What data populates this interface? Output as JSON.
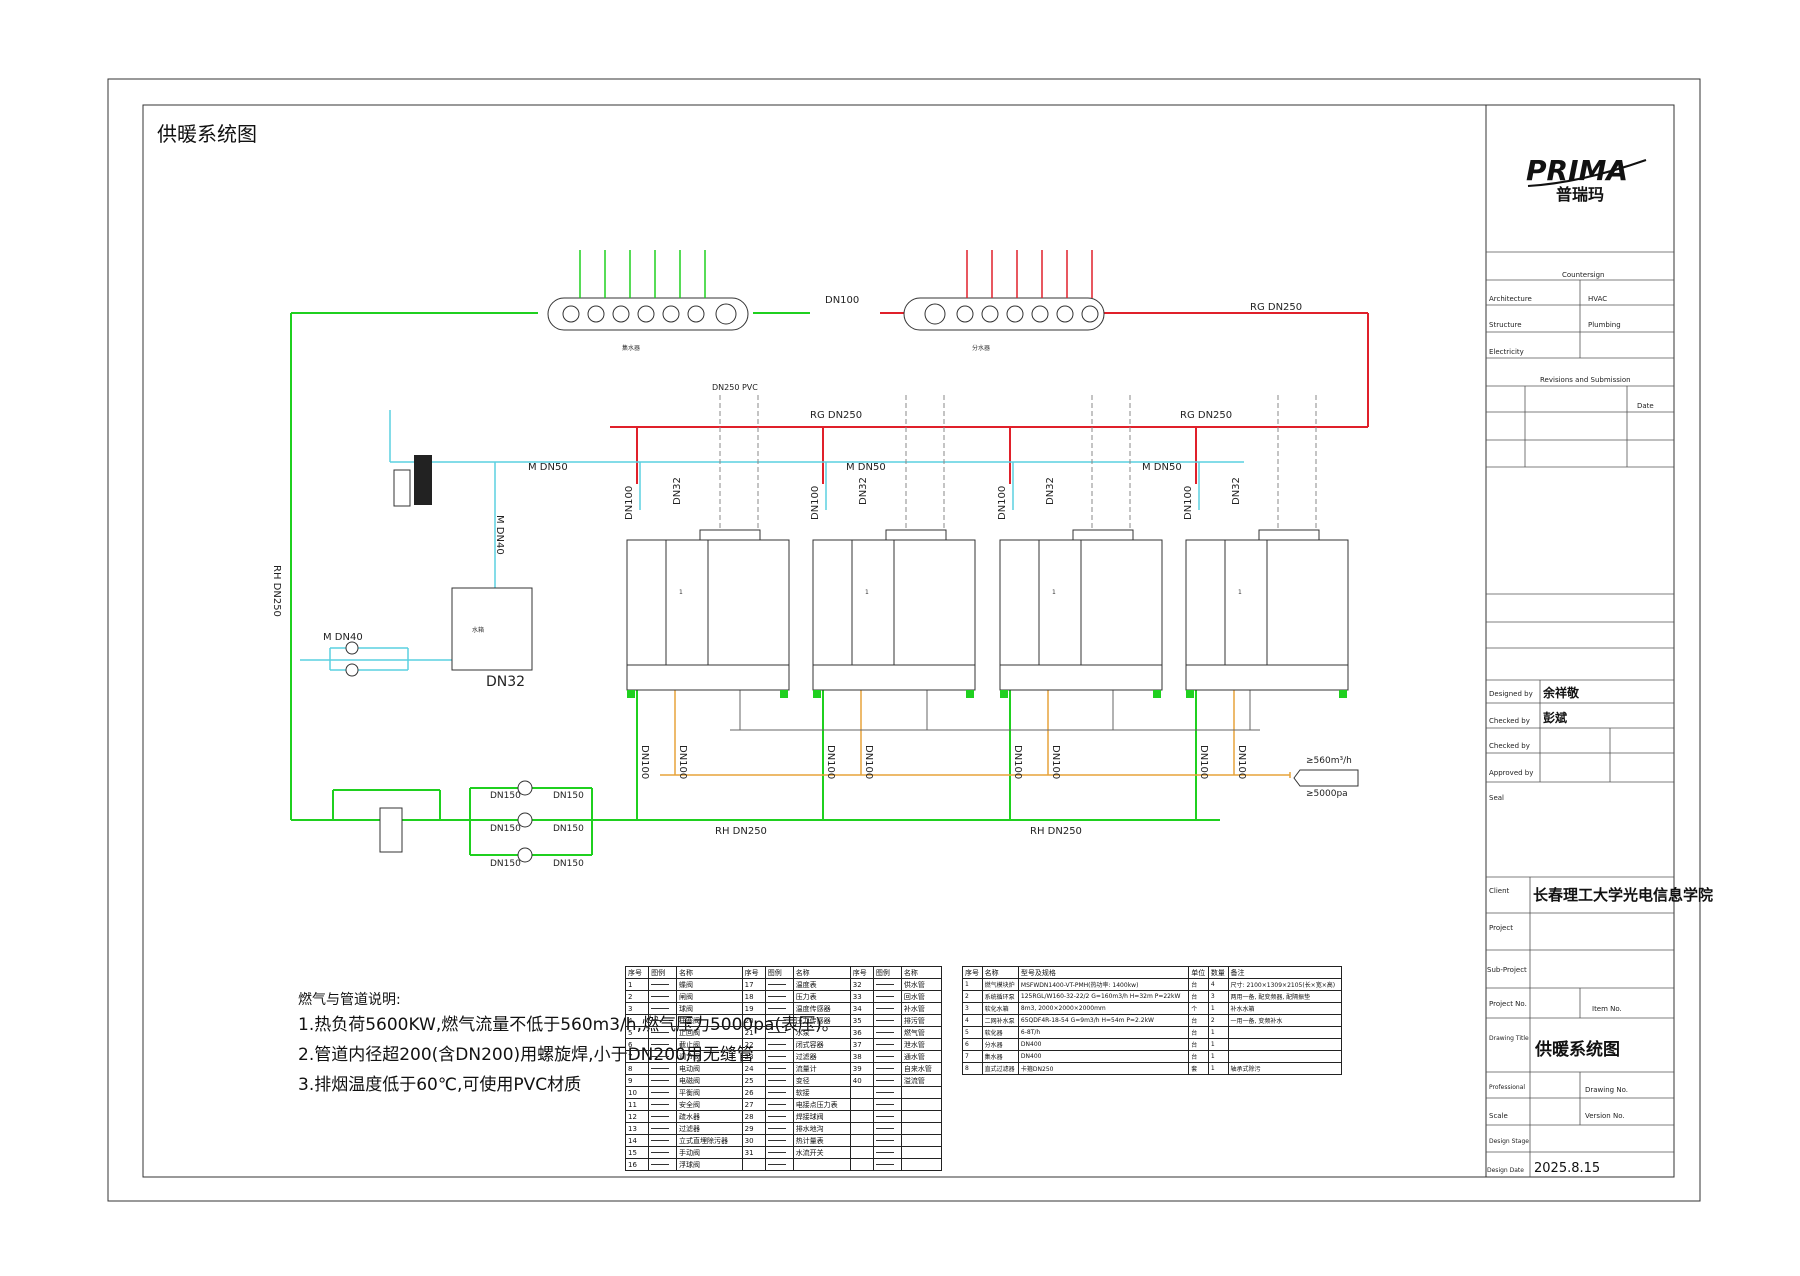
{
  "drawing_title": "供暖系统图",
  "logo": {
    "brand": "PRIMA",
    "brand_cn": "普瑞玛"
  },
  "title_block": {
    "countersign": "Countersign",
    "architecture": "Architecture",
    "hvac": "HVAC",
    "structure": "Structure",
    "plumbing": "Plumbing",
    "electricity": "Electricity",
    "revisions": "Revisions and Submission",
    "date_label": "Date",
    "designed_by": "Designed by",
    "designer": "余祥敬",
    "checked_by": "Checked by",
    "checker": "彭斌",
    "checked_by2": "Checked by",
    "approved_by": "Approved by",
    "seal": "Seal",
    "client_label": "Client",
    "client": "长春理工大学光电信息学院",
    "project_label": "Project",
    "subproject_label": "Sub-Project",
    "project_no_label": "Project No.",
    "item_no_label": "Item No.",
    "drawing_title_label": "Drawing Title",
    "drawing_title": "供暖系统图",
    "professional_label": "Professional",
    "drawing_no_label": "Drawing No.",
    "scale_label": "Scale",
    "version_no_label": "Version No.",
    "design_stage_label": "Design Stage",
    "design_date_label": "Design Date",
    "design_date": "2025.8.15"
  },
  "diagram": {
    "rg_main": "RG DN250",
    "rg_1": "RG DN250",
    "rg_2": "RG DN250",
    "rh_vert": "RH DN250",
    "rh_1": "RH DN250",
    "rh_2": "RH DN250",
    "m_1": "M DN50",
    "m_2": "M DN50",
    "m_3": "M DN50",
    "m_vert": "M DN40",
    "m_dn40": "M DN40",
    "dn100_top": "DN100",
    "dn32": "DN32",
    "dn32_tank": "DN32",
    "dn100": "DN100",
    "dn150": "DN150",
    "flue_label": "DN250 PVC",
    "gas_flow": "≥560m³/h",
    "gas_pressure": "≥5000pa",
    "collector": "集水器",
    "distributor": "分水器",
    "unit_no": "1",
    "water_tank_label": "水箱"
  },
  "notes": {
    "heading": "燃气与管道说明:",
    "lines": [
      "1.热负荷5600KW,燃气流量不低于560m3/h,燃气压力5000pa(表压)。",
      "2.管道内径超200(含DN200)用螺旋焊,小于DN200用无缝管",
      "3.排烟温度低于60℃,可使用PVC材质"
    ]
  },
  "legend": {
    "headers": [
      "序号",
      "图例",
      "名称",
      "序号",
      "图例",
      "名称",
      "序号",
      "图例",
      "名称"
    ],
    "rows": [
      [
        "1",
        "蝶阀",
        "17",
        "温度表",
        "32",
        "供水管"
      ],
      [
        "2",
        "闸阀",
        "18",
        "压力表",
        "33",
        "回水管"
      ],
      [
        "3",
        "球阀",
        "19",
        "温度传感器",
        "34",
        "补水管"
      ],
      [
        "4",
        "柱塞阀",
        "20",
        "压力传感器",
        "35",
        "排污管"
      ],
      [
        "5",
        "止回阀",
        "21",
        "水泵",
        "36",
        "燃气管"
      ],
      [
        "6",
        "截止阀",
        "22",
        "闭式容器",
        "37",
        "泄水管"
      ],
      [
        "7",
        "调节阀",
        "23",
        "过滤器",
        "38",
        "通水管"
      ],
      [
        "8",
        "电动阀",
        "24",
        "流量计",
        "39",
        "自来水管"
      ],
      [
        "9",
        "电磁阀",
        "25",
        "变径",
        "40",
        "溢流管"
      ],
      [
        "10",
        "平衡阀",
        "26",
        "软接",
        "",
        ""
      ],
      [
        "11",
        "安全阀",
        "27",
        "电接点压力表",
        "",
        ""
      ],
      [
        "12",
        "疏水器",
        "28",
        "焊接球阀",
        "",
        ""
      ],
      [
        "13",
        "过滤器",
        "29",
        "排水地沟",
        "",
        ""
      ],
      [
        "14",
        "立式直埋除污器",
        "30",
        "热计量表",
        "",
        ""
      ],
      [
        "15",
        "手动阀",
        "31",
        "水流开关",
        "",
        ""
      ],
      [
        "16",
        "浮球阀",
        "",
        "",
        "",
        ""
      ]
    ]
  },
  "equipment": {
    "headers": [
      "序号",
      "名称",
      "型号及规格",
      "单位",
      "数量",
      "备注"
    ],
    "rows": [
      [
        "1",
        "燃气模块炉",
        "MSFWDN1400-VT-PMH(热功率: 1400kw)",
        "台",
        "4",
        "尺寸: 2100×1309×2105(长×宽×高)"
      ],
      [
        "2",
        "系统循环泵",
        "125RGL/W160-32-22/2 G=160m3/h H=32m P=22kW",
        "台",
        "3",
        "两用一备, 配变频器, 配隔振垫"
      ],
      [
        "3",
        "软化水箱",
        "8m3, 2000×2000×2000mm",
        "个",
        "1",
        "补水水箱"
      ],
      [
        "4",
        "二网补水泵",
        "65QDF4R-18-54 G=9m3/h H=54m P=2.2kW",
        "台",
        "2",
        "一用一备, 变频补水"
      ],
      [
        "5",
        "软化器",
        "6-8T/h",
        "台",
        "1",
        ""
      ],
      [
        "6",
        "分水器",
        "DN400",
        "台",
        "1",
        ""
      ],
      [
        "7",
        "集水器",
        "DN400",
        "台",
        "1",
        ""
      ],
      [
        "8",
        "直式过滤器",
        "卡箍DN250",
        "套",
        "1",
        "轴承式除污"
      ]
    ]
  }
}
